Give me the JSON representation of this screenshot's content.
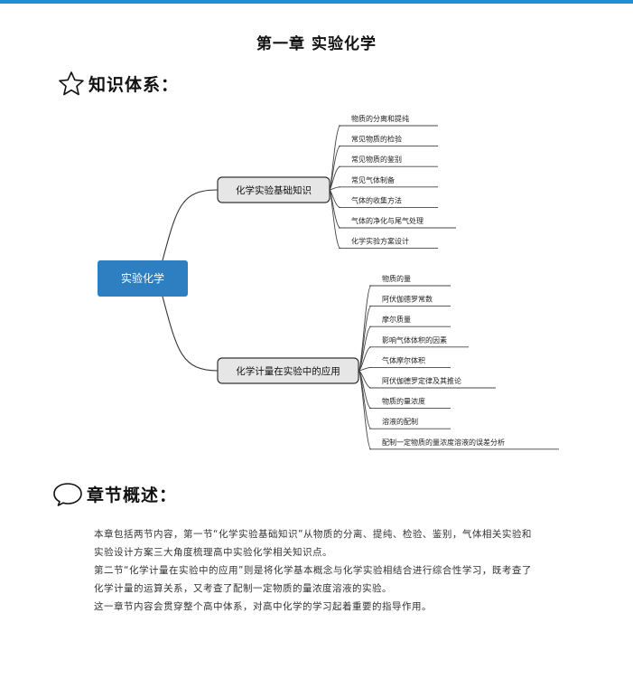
{
  "page": {
    "title": "第一章  实验化学",
    "accent_color": "#1e8ed6"
  },
  "knowledge_section": {
    "icon": "star-outline-icon",
    "heading": "知识体系："
  },
  "mindmap": {
    "root": "实验化学",
    "root_color": "#2d7fc1",
    "branches": [
      {
        "label": "化学实验基础知识",
        "leaves": [
          "物质的分离和提纯",
          "常见物质的检验",
          "常见物质的鉴别",
          "常见气体制备",
          "气体的收集方法",
          "气体的净化与尾气处理",
          "化学实验方案设计"
        ]
      },
      {
        "label": "化学计量在实验中的应用",
        "leaves": [
          "物质的量",
          "阿伏伽德罗常数",
          "摩尔质量",
          "影响气体体积的因素",
          "气体摩尔体积",
          "阿伏伽德罗定律及其推论",
          "物质的量浓度",
          "溶液的配制",
          "配制一定物质的量浓度溶液的误差分析"
        ]
      }
    ]
  },
  "overview_section": {
    "icon": "speech-bubble-icon",
    "heading": "章节概述："
  },
  "overview": {
    "paragraphs": [
      "本章包括两节内容，第一节“化学实验基础知识”从物质的分离、提纯、检验、鉴别，气体相关实验和实验设计方案三大角度梳理高中实验化学相关知识点。",
      "第二节“化学计量在实验中的应用”则是将化学基本概念与化学实验相结合进行综合性学习，既考查了化学计量的运算关系，又考查了配制一定物质的量浓度溶液的实验。",
      "这一章节内容会贯穿整个高中体系，对高中化学的学习起着重要的指导作用。"
    ]
  }
}
